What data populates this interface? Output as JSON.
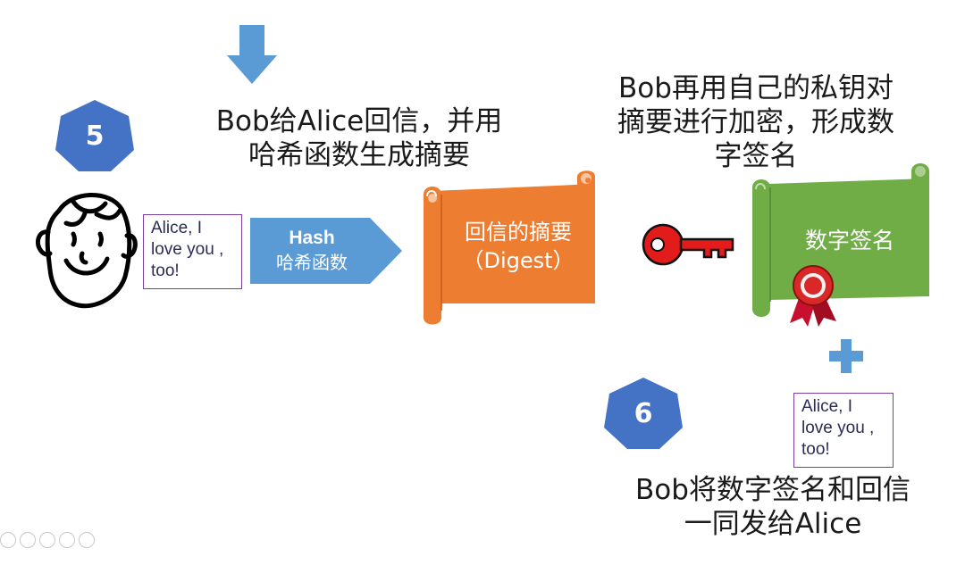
{
  "top_caption": {
    "line1": "Bob给Alice回信，并用",
    "line2": "哈希函数生成摘要"
  },
  "right_caption": {
    "line1": "Bob再用自己的私钥对",
    "line2": "摘要进行加密，形成数",
    "line3": "字签名"
  },
  "bottom_caption": {
    "line1": "Bob将数字签名和回信",
    "line2": "一同发给Alice"
  },
  "steps": {
    "step5": "5",
    "step6": "6"
  },
  "message_left": {
    "line1": "Alice, I",
    "line2": "love you ,",
    "line3": "too!"
  },
  "message_right": {
    "line1": "Alice, I",
    "line2": "love you ,",
    "line3": "too!"
  },
  "hash": {
    "title": "Hash",
    "subtitle": "哈希函数"
  },
  "digest_scroll": {
    "line1": "回信的摘要",
    "line2": "（Digest）"
  },
  "signature_scroll": {
    "label": "数字签名"
  },
  "colors": {
    "badge_blue": "#4472c4",
    "arrow_blue": "#5b9bd5",
    "digest_orange": "#ed7d31",
    "signature_green": "#70ad47",
    "key_red": "#e21b1b",
    "plus_blue": "#5b9bd5",
    "message_border": "#7b3f9e"
  },
  "icons": {
    "down_arrow": "down-arrow-icon",
    "face": "bob-face-icon",
    "key": "private-key-icon",
    "seal": "ribbon-seal-icon",
    "plus": "plus-icon"
  }
}
